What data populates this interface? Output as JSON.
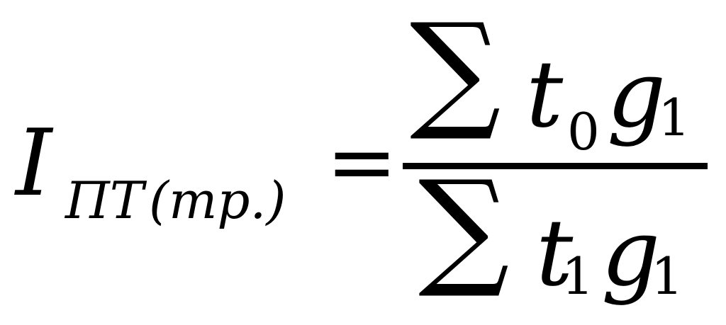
{
  "formula": {
    "lhs": {
      "symbol": "I",
      "subscript": "ПТ",
      "subscript_paren": "(тр.)"
    },
    "equals": "=",
    "numerator": {
      "sum": "∑",
      "var1": "t",
      "var1_sub": "0",
      "var2": "g",
      "var2_sub": "1"
    },
    "denominator": {
      "sum": "∑",
      "var1": "t",
      "var1_sub": "1",
      "var2": "g",
      "var2_sub": "1"
    }
  }
}
